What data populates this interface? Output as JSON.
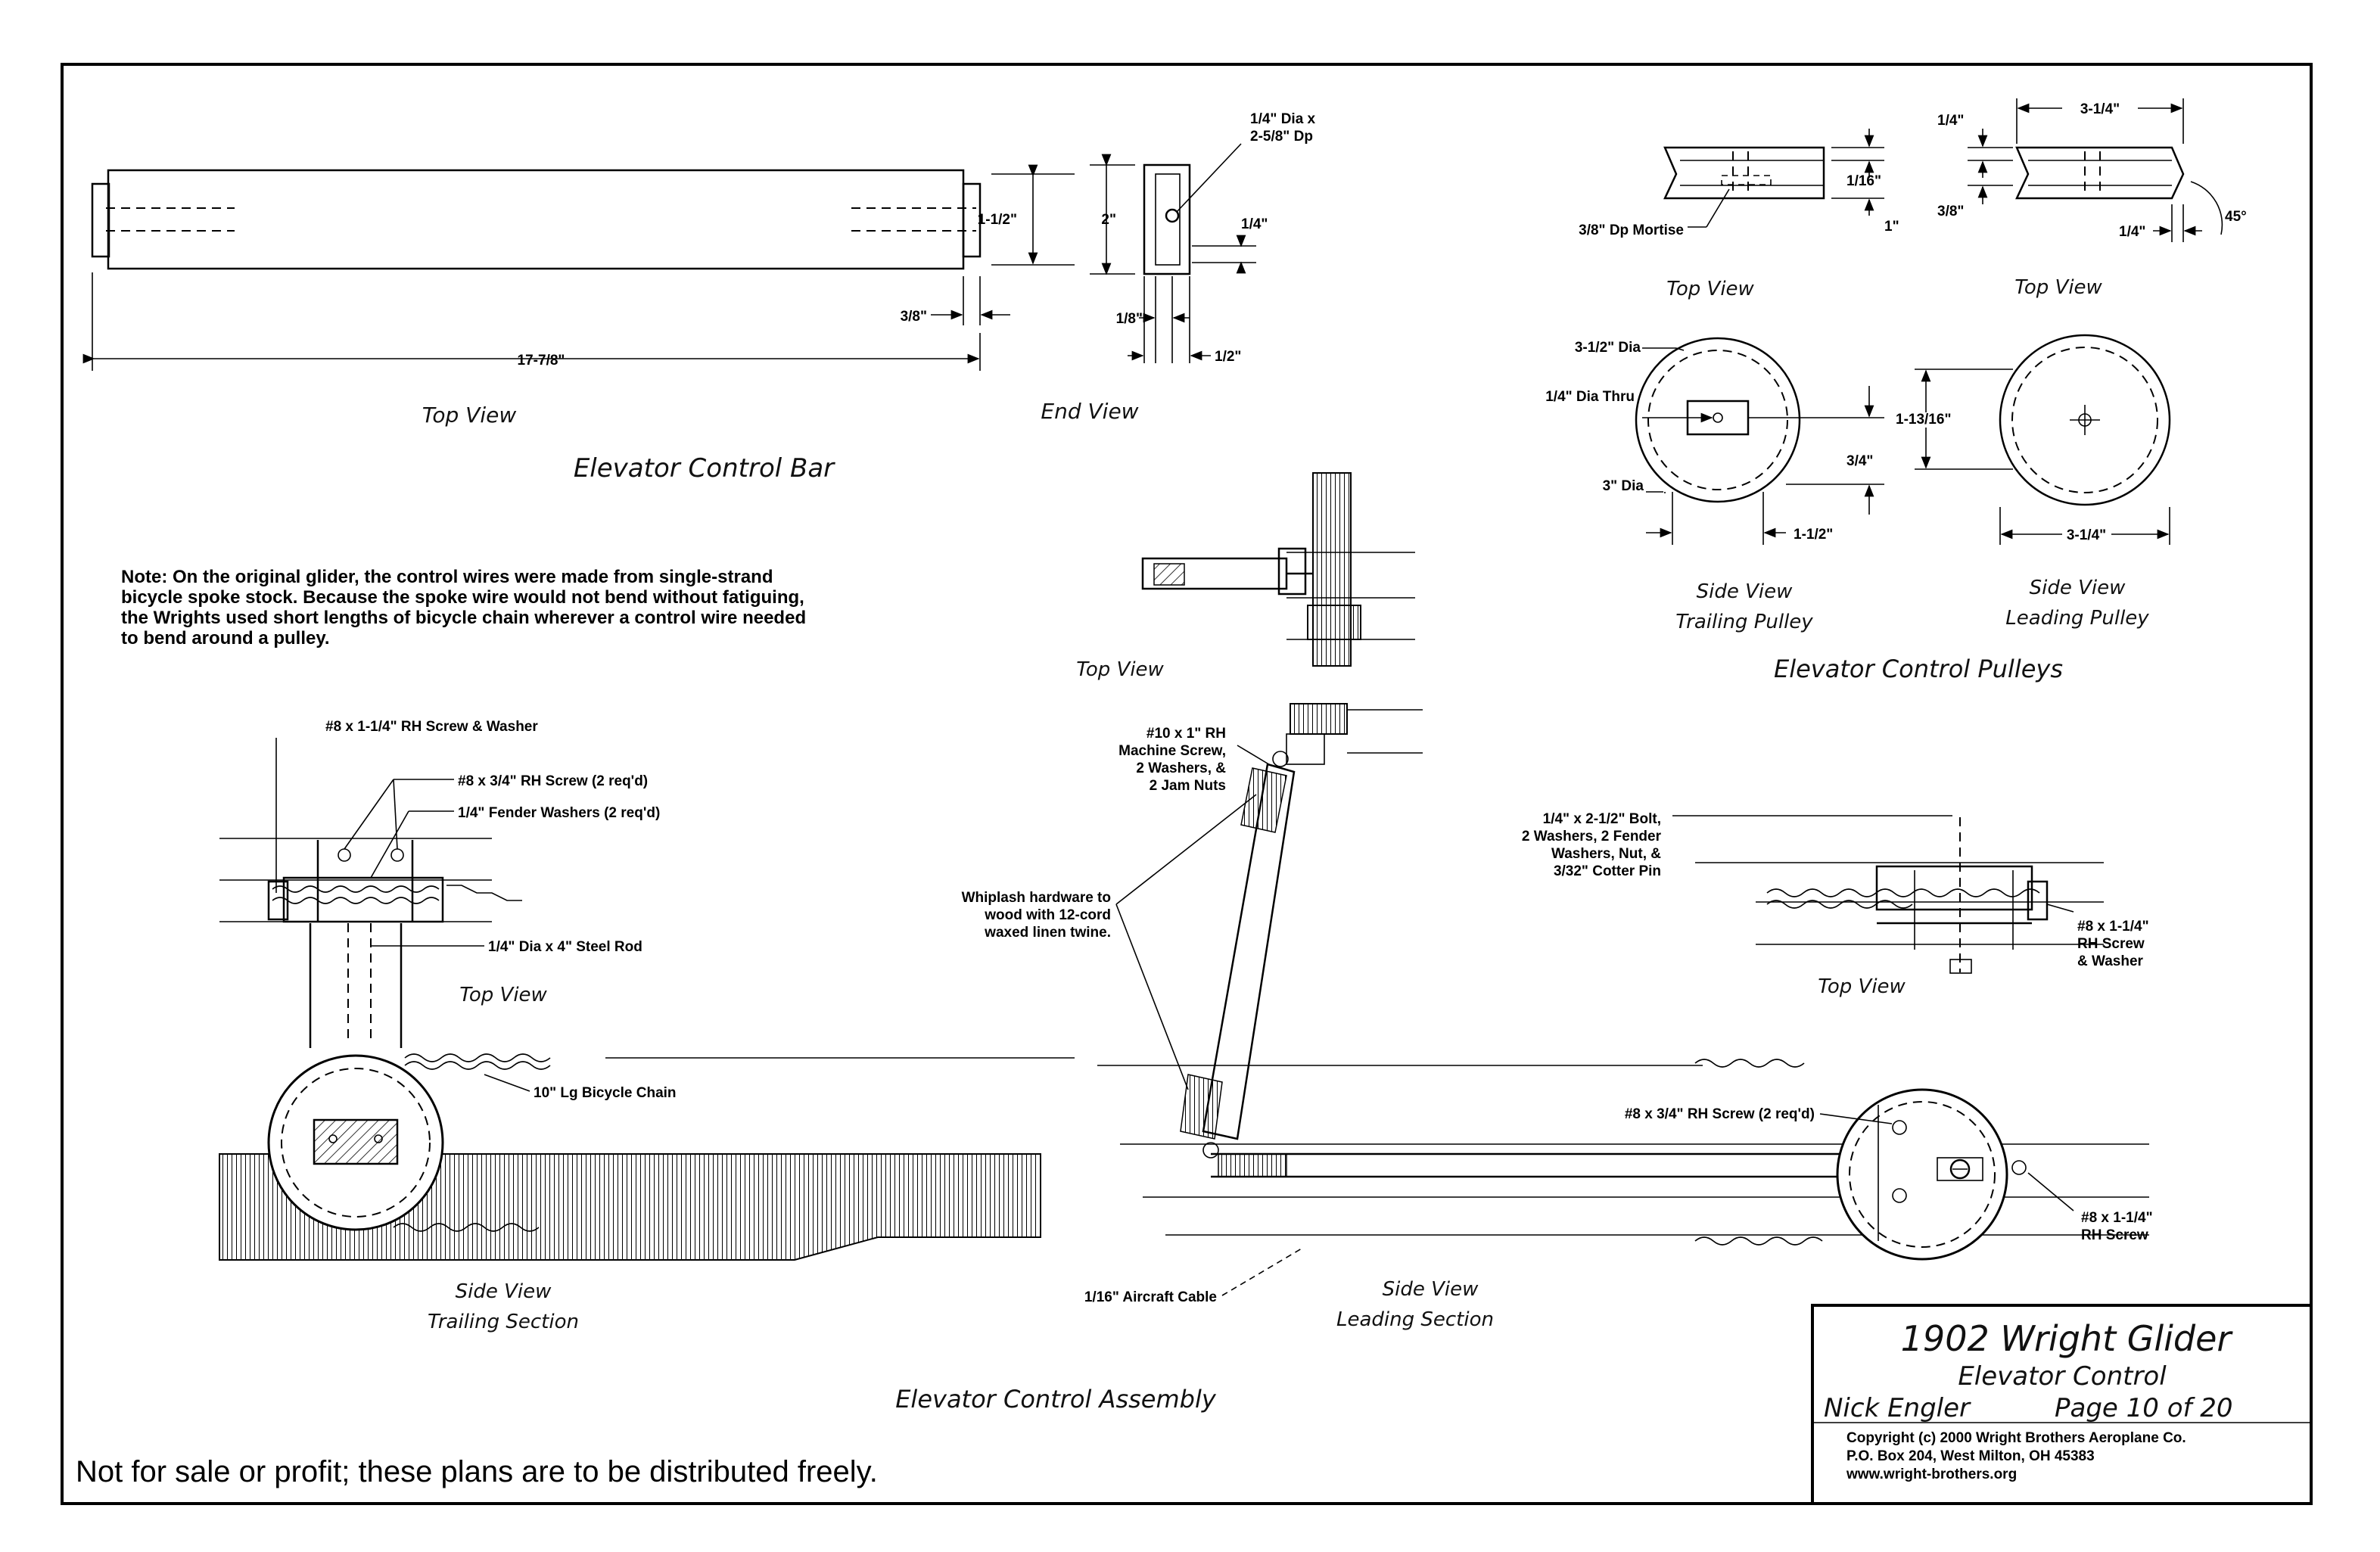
{
  "sheet": {
    "view_labels": {
      "top_view_bar": "Top View",
      "end_view": "End View",
      "bar_title": "Elevator Control Bar",
      "top_view_mid": "Top View",
      "top_view_pulley_1": "Top View",
      "top_view_pulley_2": "Top View",
      "side_view_1": "Side View",
      "trailing_pulley": "Trailing Pulley",
      "side_view_2": "Side View",
      "leading_pulley": "Leading Pulley",
      "pulleys_title": "Elevator Control Pulleys",
      "top_view_trailing": "Top View",
      "top_view_leading": "Top View",
      "side_view_trailing": "Side View",
      "trailing_section": "Trailing Section",
      "side_view_leading": "Side View",
      "leading_section": "Leading Section",
      "assembly_title": "Elevator Control Assembly"
    },
    "dims": {
      "d_1_1_2": "1-1/2\"",
      "d_2": "2\"",
      "d_3_8_bar": "3/8\"",
      "d_17_7_8": "17-7/8\"",
      "d_dia": "1/4\" Dia x",
      "d_dp": "2-5/8\" Dp",
      "d_1_4_end": "1/4\"",
      "d_1_8": "1/8\"",
      "d_1_2": "1/2\"",
      "p_1_16": "1/16\"",
      "p_1": "1\"",
      "p_mortise": "3/8\" Dp Mortise",
      "p_1_4_a": "1/4\"",
      "p_3_8": "3/8\"",
      "p_3_1_4_top": "3-1/4\"",
      "p_1_4_b": "1/4\"",
      "p_45": "45°",
      "p_3_1_2_dia": "3-1/2\" Dia",
      "p_1_4_thru": "1/4\" Dia Thru",
      "p_3_dia": "3\" Dia",
      "p_3_4": "3/4\"",
      "p_1_1_2": "1-1/2\"",
      "p_1_13_16": "1-13/16\"",
      "p_3_1_4_bot": "3-1/4\""
    },
    "note": [
      "Note: On the original glider, the control wires were made from single-strand",
      "bicycle spoke stock. Because the spoke wire would not bend without fatiguing,",
      "the Wrights used short lengths of bicycle chain wherever a control wire needed",
      "to bend around a pulley."
    ],
    "callouts": {
      "screw_8_1_1_4_washer": "#8 x 1-1/4\" RH Screw & Washer",
      "screw_8_3_4": "#8 x 3/4\" RH Screw (2 req'd)",
      "fender": "1/4\" Fender Washers (2 req'd)",
      "steel_rod": "1/4\" Dia x 4\" Steel Rod",
      "chain": "10\" Lg Bicycle Chain",
      "m10": [
        "#10 x 1\" RH",
        "Machine Screw,",
        "2 Washers, &",
        "2 Jam Nuts"
      ],
      "whiplash": [
        "Whiplash hardware to",
        "wood with 12-cord",
        "waxed linen twine."
      ],
      "cable": "1/16\" Aircraft Cable",
      "bolt": [
        "1/4\" x 2-1/2\" Bolt,",
        "2 Washers, 2 Fender",
        "Washers, Nut, &",
        "3/32\" Cotter Pin"
      ],
      "screw_right_top": [
        "#8 x 1-1/4\"",
        "RH Screw",
        "& Washer"
      ],
      "screw_8_3_4_right": "#8 x 3/4\" RH Screw (2 req'd)",
      "screw_right_bottom": [
        "#8 x 1-1/4\"",
        "RH Screw"
      ]
    },
    "title_block": {
      "title": "1902 Wright Glider",
      "subtitle": "Elevator Control",
      "author": "Nick Engler",
      "page": "Page 10 of 20",
      "copyright": "Copyright  (c)  2000 Wright Brothers Aeroplane Co.",
      "address": "P.O. Box 204, West Milton, OH  45383",
      "url": "www.wright-brothers.org"
    },
    "footer": "Not for sale or profit; these plans are to be distributed freely."
  }
}
